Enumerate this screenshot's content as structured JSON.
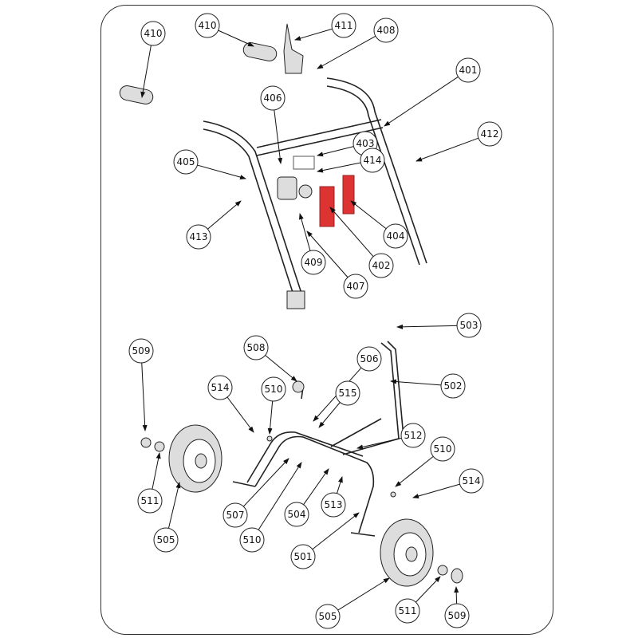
{
  "diagram": {
    "callouts": [
      "410",
      "410",
      "411",
      "408",
      "401",
      "406",
      "412",
      "403",
      "405",
      "414",
      "413",
      "404",
      "402",
      "409",
      "407",
      "503",
      "509",
      "508",
      "506",
      "514",
      "510",
      "515",
      "502",
      "512",
      "510",
      "514",
      "511",
      "507",
      "504",
      "513",
      "505",
      "510",
      "501",
      "505",
      "511",
      "509"
    ]
  }
}
